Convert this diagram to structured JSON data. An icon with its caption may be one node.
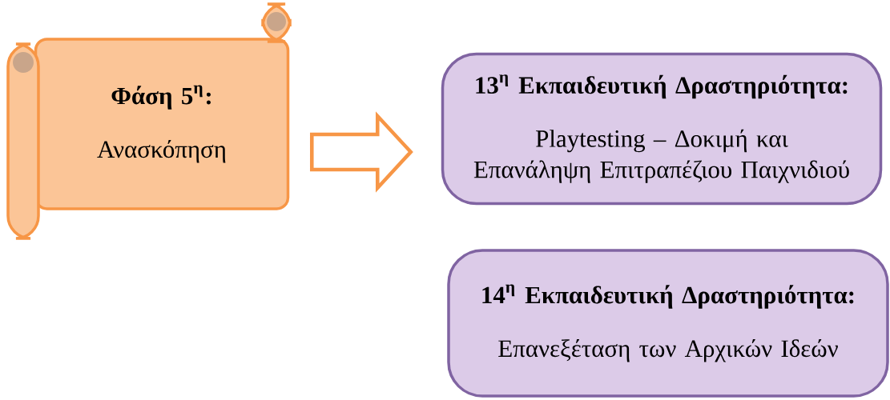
{
  "diagram": {
    "nodes": [
      {
        "text": [
          "**Φάση 5$^{η}$:**",
          "Ανασκόπηση"
        ]
      },
      {
        "text": [
          "13$^{η}$ Εκπαιδευτική Δραστηριότητα:",
          "Playtesting – Δοκιμή και Επανάληψη Επιτραπέζιου Παιχνιδιού"
        ]
      },
      {
        "text": [
          "14$^{η}$ Εκπαιδευτική Δραστηριότητα:",
          "Επανεξέταση των Αρχικών Ιδεών"
        ]
      }
    ],
    "edges": [
      {
        "from": 0,
        "to": 1,
        "arrow": "to"
      }
    ]
  }
}
